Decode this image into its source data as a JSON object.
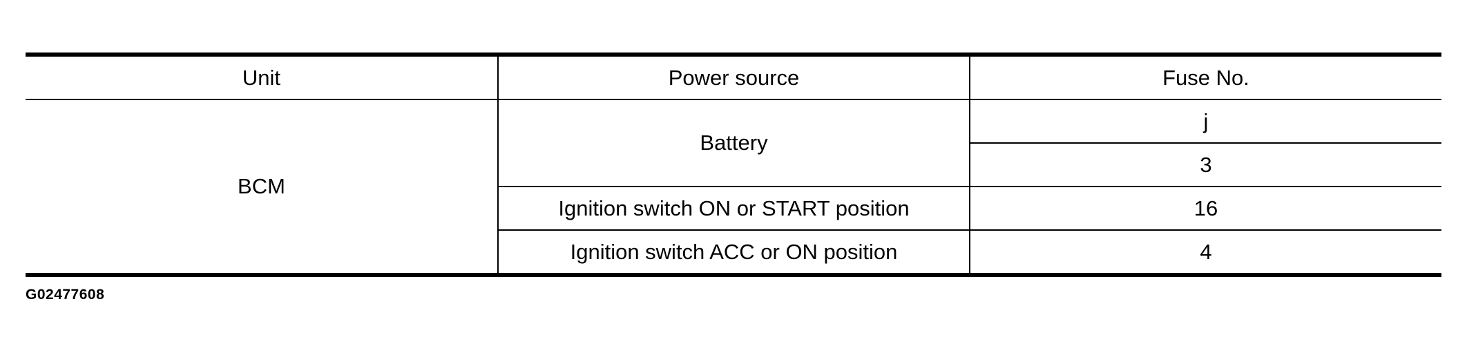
{
  "table": {
    "headers": {
      "unit": "Unit",
      "power_source": "Power source",
      "fuse_no": "Fuse No."
    },
    "unit": "BCM",
    "rows": [
      {
        "power_source": "Battery",
        "fuses": [
          "j",
          "3"
        ]
      },
      {
        "power_source": "Ignition switch ON or START position",
        "fuses": [
          "16"
        ]
      },
      {
        "power_source": "Ignition switch ACC or ON position",
        "fuses": [
          "4"
        ]
      }
    ]
  },
  "figure_id": "G02477608"
}
